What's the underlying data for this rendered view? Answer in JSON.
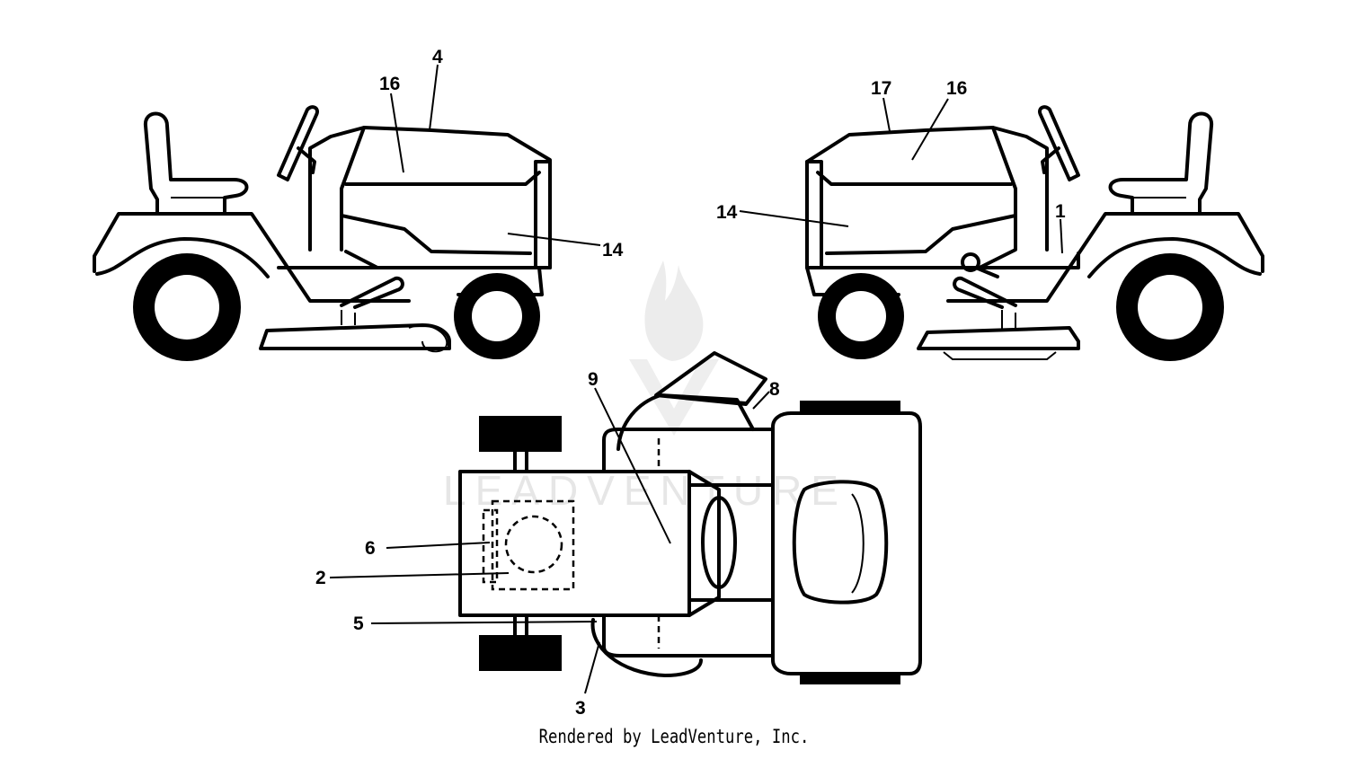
{
  "callouts": {
    "c1": "1",
    "c2": "2",
    "c3": "3",
    "c4": "4",
    "c5": "5",
    "c6": "6",
    "c8": "8",
    "c9": "9",
    "c14_left": "14",
    "c14_right": "14",
    "c16_left": "16",
    "c16_right": "16",
    "c17": "17"
  },
  "watermark": "LEADVENTURE",
  "footer": "Rendered by LeadVenture, Inc."
}
